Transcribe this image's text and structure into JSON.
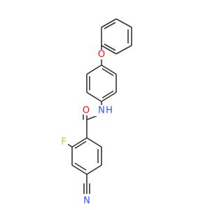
{
  "molecule": {
    "atoms": {
      "O": {
        "label": "O",
        "color": "#ff0d0d"
      },
      "N": {
        "label": "N",
        "color": "#3050f8"
      },
      "H": {
        "label": "H",
        "color": "#3050f8"
      },
      "Oc": {
        "label": "O",
        "color": "#ff0d0d"
      },
      "F": {
        "label": "F",
        "color": "#90e050"
      },
      "Nc": {
        "label": "N",
        "color": "#3050f8"
      }
    }
  }
}
